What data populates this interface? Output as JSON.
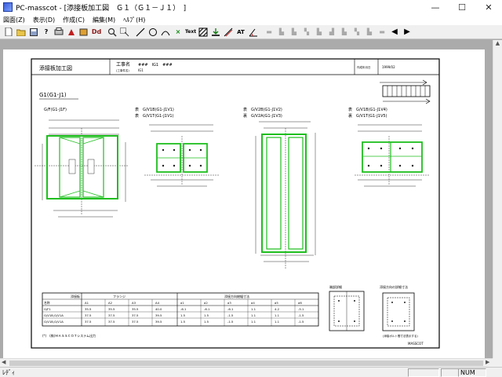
{
  "window": {
    "title": "PC-masscot - [添接板加工図　Ｇ１（Ｇ１－Ｊ１）　]",
    "minimize": "—",
    "maximize": "☐",
    "close": "✕"
  },
  "menu": {
    "items": [
      "図面(Z)",
      "表示(D)",
      "作成(C)",
      "編集(M)",
      "ﾍﾙﾌﾟ(H)"
    ]
  },
  "toolbar": {
    "text_tool": "Text",
    "prev": "◀",
    "next": "▶"
  },
  "drawing": {
    "title": "添接板加工図",
    "project_label": "工事名",
    "project_sub": "(工事件名)",
    "project_value": "###　IG1　###",
    "project_value2": "IG1",
    "date_label": "作成年月日",
    "date_value": "1999/02",
    "girder_label": "G1(G1-J1)",
    "views": [
      {
        "lines": [
          "G/F(G1-J1F)"
        ]
      },
      {
        "lines": [
          "G/V1B(G1-J1V1)",
          "G/V1T(G1-J1V1)"
        ],
        "prefix": [
          "表",
          "表"
        ]
      },
      {
        "lines": [
          "G/V2B(G1-J1V2)",
          "G/V2A(G1-J1V3)"
        ],
        "prefix": [
          "表",
          "裏"
        ]
      },
      {
        "lines": [
          "G/V1B(G1-J1V4)",
          "G/V1T(G1-J1V5)"
        ],
        "prefix": [
          "表",
          "裏"
        ]
      }
    ],
    "table": {
      "col_groups": [
        "フランジ",
        "添接板",
        "添接方向総幅寸法"
      ],
      "header": [
        "名称",
        "A1",
        "A2",
        "A3",
        "A4",
        "a1",
        "a2",
        "a3",
        "a4",
        "a5",
        "a6"
      ],
      "rows": [
        [
          "G/F1",
          "35.5",
          "35.5",
          "35.5",
          "40.0",
          "-6.1",
          "-6.1",
          "-6.1",
          "1.1",
          "4.2",
          "-5.1"
        ],
        [
          "G/V1B,G/V1A",
          "37.5",
          "37.5",
          "37.5",
          "39.5",
          "1.5",
          "1.5",
          "-1.5",
          "1.1",
          "1.1",
          "-1.5"
        ],
        [
          "G/V1B,G/V1A",
          "37.5",
          "37.5",
          "37.5",
          "39.5",
          "1.5",
          "1.5",
          "-1.5",
          "1.1",
          "1.1",
          "-1.5"
        ]
      ]
    },
    "footnote": "(*)　(株)ＭＡＳＳＣＯＴシステム出力",
    "small_view1_label": "端部詳細",
    "small_view2_label": "添接方向の詳細寸法",
    "small_view2_note": "(添接ボルト間寸法表示する)",
    "footer_brand": "MASSCOT"
  },
  "status": {
    "ready": "ﾚﾃﾞｨ",
    "num": "NUM"
  },
  "colors": {
    "plate_green": "#1fbf1f",
    "bolt_line": "#202020"
  }
}
